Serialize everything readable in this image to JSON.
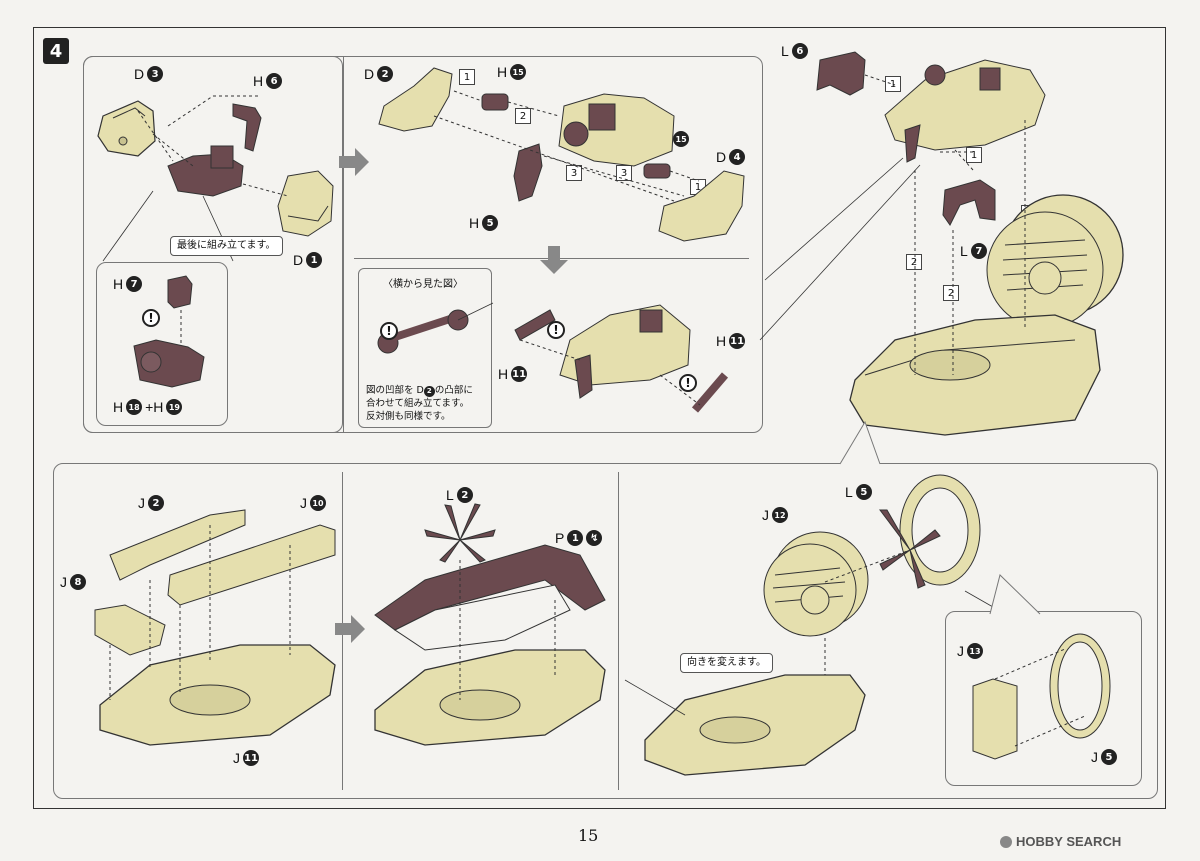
{
  "step": {
    "number": "4"
  },
  "labels": {
    "d3": {
      "letter": "D",
      "num": "3"
    },
    "h6": {
      "letter": "H",
      "num": "6"
    },
    "d1": {
      "letter": "D",
      "num": "1"
    },
    "h7": {
      "letter": "H",
      "num": "7"
    },
    "h18_19": {
      "letter": "H",
      "num1": "18",
      "plus": "+H",
      "num2": "19"
    },
    "d2a": {
      "letter": "D",
      "num": "2"
    },
    "h15a": {
      "letter": "H",
      "num": "15"
    },
    "h15b": {
      "letter": "H",
      "num": "15"
    },
    "d4": {
      "letter": "D",
      "num": "4"
    },
    "h5": {
      "letter": "H",
      "num": "5"
    },
    "h11a": {
      "letter": "H",
      "num": "11"
    },
    "h11b": {
      "letter": "H",
      "num": "11"
    },
    "l6": {
      "letter": "L",
      "num": "6"
    },
    "l7": {
      "letter": "L",
      "num": "7"
    },
    "j2": {
      "letter": "J",
      "num": "2"
    },
    "j10": {
      "letter": "J",
      "num": "10"
    },
    "j8": {
      "letter": "J",
      "num": "8"
    },
    "j11": {
      "letter": "J",
      "num": "11"
    },
    "l2": {
      "letter": "L",
      "num": "2"
    },
    "p1": {
      "letter": "P",
      "num": "1"
    },
    "j12": {
      "letter": "J",
      "num": "12"
    },
    "l5": {
      "letter": "L",
      "num": "5"
    },
    "j13": {
      "letter": "J",
      "num": "13"
    },
    "j5": {
      "letter": "J",
      "num": "5"
    }
  },
  "seq": {
    "s1": "1",
    "s2": "2",
    "s3": "3"
  },
  "notes": {
    "last_assemble": "最後に組み立てます。",
    "side_view": "〈横から見た図〉",
    "recess_line1": "図の凹部を D",
    "recess_num": "2",
    "recess_line1b": "の凸部に",
    "recess_line2": "合わせて組み立てます。",
    "recess_line3": "反対側も同様です。",
    "change_direction": "向きを変えます。"
  },
  "warning_symbol": "!",
  "page_number": "15",
  "watermark": {
    "brand": "HOBBY SEARCH"
  },
  "colors": {
    "part_tan": "#e5dfae",
    "part_dark": "#6b4a4f",
    "outline": "#333333",
    "arrow_gray": "#888888"
  }
}
